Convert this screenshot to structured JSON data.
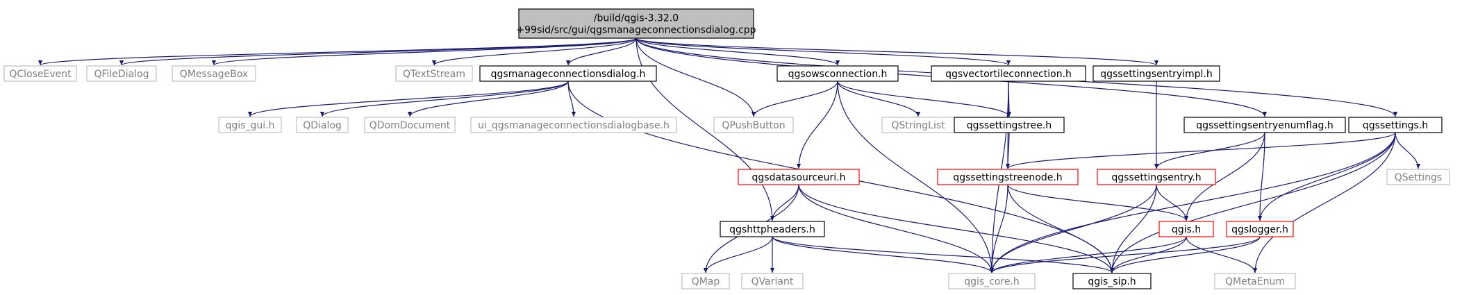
{
  "title": "",
  "colors": {
    "edge": "#191970",
    "border_default": "#000000",
    "border_external": "#bfbfbf",
    "border_incomplete": "#ff0000",
    "root_fill": "#bfbfbf",
    "text_default": "#000000",
    "text_external": "#7f7f7f"
  },
  "nodes": {
    "root": {
      "label_lines": [
        "/build/qgis-3.32.0",
        "+99sid/src/gui/qgsmanageconnectionsdialog.cpp"
      ],
      "style": "root"
    },
    "qcloseevent": {
      "label_lines": [
        "QCloseEvent"
      ],
      "style": "external"
    },
    "qfiledialog": {
      "label_lines": [
        "QFileDialog"
      ],
      "style": "external"
    },
    "qmessagebox": {
      "label_lines": [
        "QMessageBox"
      ],
      "style": "external"
    },
    "qtextstream": {
      "label_lines": [
        "QTextStream"
      ],
      "style": "external"
    },
    "qgsmanageconnectionsdialog_h": {
      "label_lines": [
        "qgsmanageconnectionsdialog.h"
      ],
      "style": "default"
    },
    "qpushbutton": {
      "label_lines": [
        "QPushButton"
      ],
      "style": "external"
    },
    "qgsowsconnection_h": {
      "label_lines": [
        "qgsowsconnection.h"
      ],
      "style": "default"
    },
    "qgsvectortileconnection_h": {
      "label_lines": [
        "qgsvectortileconnection.h"
      ],
      "style": "default"
    },
    "qgssettingsentryimpl_h": {
      "label_lines": [
        "qgssettingsentryimpl.h"
      ],
      "style": "default"
    },
    "qgssettingsentryenumflag_h": {
      "label_lines": [
        "qgssettingsentryenumflag.h"
      ],
      "style": "default"
    },
    "qgssettings_h": {
      "label_lines": [
        "qgssettings.h"
      ],
      "style": "default"
    },
    "qgis_gui_h": {
      "label_lines": [
        "qgis_gui.h"
      ],
      "style": "external"
    },
    "qdialog": {
      "label_lines": [
        "QDialog"
      ],
      "style": "external"
    },
    "qdomdocument": {
      "label_lines": [
        "QDomDocument"
      ],
      "style": "external"
    },
    "ui_qgsmanageconnectionsdialogbase_h": {
      "label_lines": [
        "ui_qgsmanageconnectionsdialogbase.h"
      ],
      "style": "external"
    },
    "qstringlist": {
      "label_lines": [
        "QStringList"
      ],
      "style": "external"
    },
    "qgssettingstree_h": {
      "label_lines": [
        "qgssettingstree.h"
      ],
      "style": "default"
    },
    "qsettings": {
      "label_lines": [
        "QSettings"
      ],
      "style": "external"
    },
    "qgsdatasourceuri_h": {
      "label_lines": [
        "qgsdatasourceuri.h"
      ],
      "style": "incomplete"
    },
    "qgssettingstreenode_h": {
      "label_lines": [
        "qgssettingstreenode.h"
      ],
      "style": "incomplete"
    },
    "qgssettingsentry_h": {
      "label_lines": [
        "qgssettingsentry.h"
      ],
      "style": "incomplete"
    },
    "qgshttpheaders_h": {
      "label_lines": [
        "qgshttpheaders.h"
      ],
      "style": "default"
    },
    "qgis_h": {
      "label_lines": [
        "qgis.h"
      ],
      "style": "incomplete"
    },
    "qgslogger_h": {
      "label_lines": [
        "qgslogger.h"
      ],
      "style": "incomplete"
    },
    "qmap": {
      "label_lines": [
        "QMap"
      ],
      "style": "external"
    },
    "qvariant": {
      "label_lines": [
        "QVariant"
      ],
      "style": "external"
    },
    "qgis_core_h": {
      "label_lines": [
        "qgis_core.h"
      ],
      "style": "external"
    },
    "qgis_sip_h": {
      "label_lines": [
        "qgis_sip.h"
      ],
      "style": "default"
    },
    "qmetaenum": {
      "label_lines": [
        "QMetaEnum"
      ],
      "style": "external"
    }
  },
  "edges": [
    [
      "root",
      "qcloseevent"
    ],
    [
      "root",
      "qfiledialog"
    ],
    [
      "root",
      "qmessagebox"
    ],
    [
      "root",
      "qtextstream"
    ],
    [
      "root",
      "qgsmanageconnectionsdialog_h"
    ],
    [
      "root",
      "qpushbutton"
    ],
    [
      "root",
      "qgsowsconnection_h"
    ],
    [
      "root",
      "qgsvectortileconnection_h"
    ],
    [
      "root",
      "qgssettingsentryimpl_h"
    ],
    [
      "root",
      "qgssettingsentryenumflag_h"
    ],
    [
      "root",
      "qgssettings_h"
    ],
    [
      "root",
      "qgshttpheaders_h"
    ],
    [
      "qgsmanageconnectionsdialog_h",
      "qgis_gui_h"
    ],
    [
      "qgsmanageconnectionsdialog_h",
      "qdialog"
    ],
    [
      "qgsmanageconnectionsdialog_h",
      "qdomdocument"
    ],
    [
      "qgsmanageconnectionsdialog_h",
      "ui_qgsmanageconnectionsdialogbase_h"
    ],
    [
      "qgsmanageconnectionsdialog_h",
      "qgis_sip_h"
    ],
    [
      "qgsowsconnection_h",
      "qpushbutton"
    ],
    [
      "qgsowsconnection_h",
      "qstringlist"
    ],
    [
      "qgsowsconnection_h",
      "qgssettingstree_h"
    ],
    [
      "qgsowsconnection_h",
      "qgsdatasourceuri_h"
    ],
    [
      "qgsowsconnection_h",
      "qgis_core_h"
    ],
    [
      "qgsvectortileconnection_h",
      "qgssettingstree_h"
    ],
    [
      "qgsvectortileconnection_h",
      "qgssettingstreenode_h"
    ],
    [
      "qgsvectortileconnection_h",
      "qgis_core_h"
    ],
    [
      "qgssettingsentryimpl_h",
      "qgssettingsentry_h"
    ],
    [
      "qgssettingsentryenumflag_h",
      "qgssettingsentry_h"
    ],
    [
      "qgssettingsentryenumflag_h",
      "qgslogger_h"
    ],
    [
      "qgssettingsentryenumflag_h",
      "qgis_h"
    ],
    [
      "qgssettings_h",
      "qsettings"
    ],
    [
      "qgssettings_h",
      "qgssettingstreenode_h"
    ],
    [
      "qgssettings_h",
      "qgslogger_h"
    ],
    [
      "qgssettings_h",
      "qgis_core_h"
    ],
    [
      "qgssettings_h",
      "qgis_sip_h"
    ],
    [
      "qgssettings_h",
      "qmetaenum"
    ],
    [
      "qgssettingstree_h",
      "qgssettingstreenode_h"
    ],
    [
      "qgsdatasourceuri_h",
      "qgshttpheaders_h"
    ],
    [
      "qgsdatasourceuri_h",
      "qmap"
    ],
    [
      "qgsdatasourceuri_h",
      "qgis_core_h"
    ],
    [
      "qgsdatasourceuri_h",
      "qgis_sip_h"
    ],
    [
      "qgssettingstreenode_h",
      "qgis_h"
    ],
    [
      "qgssettingstreenode_h",
      "qgis_core_h"
    ],
    [
      "qgssettingstreenode_h",
      "qgis_sip_h"
    ],
    [
      "qgssettingsentry_h",
      "qgis_h"
    ],
    [
      "qgssettingsentry_h",
      "qgis_core_h"
    ],
    [
      "qgssettingsentry_h",
      "qgis_sip_h"
    ],
    [
      "qgshttpheaders_h",
      "qmap"
    ],
    [
      "qgshttpheaders_h",
      "qvariant"
    ],
    [
      "qgshttpheaders_h",
      "qgis_core_h"
    ],
    [
      "qgshttpheaders_h",
      "qgis_sip_h"
    ],
    [
      "qgis_h",
      "qgis_core_h"
    ],
    [
      "qgis_h",
      "qgis_sip_h"
    ],
    [
      "qgis_h",
      "qmetaenum"
    ],
    [
      "qgslogger_h",
      "qgis_core_h"
    ],
    [
      "qgslogger_h",
      "qgis_sip_h"
    ]
  ]
}
